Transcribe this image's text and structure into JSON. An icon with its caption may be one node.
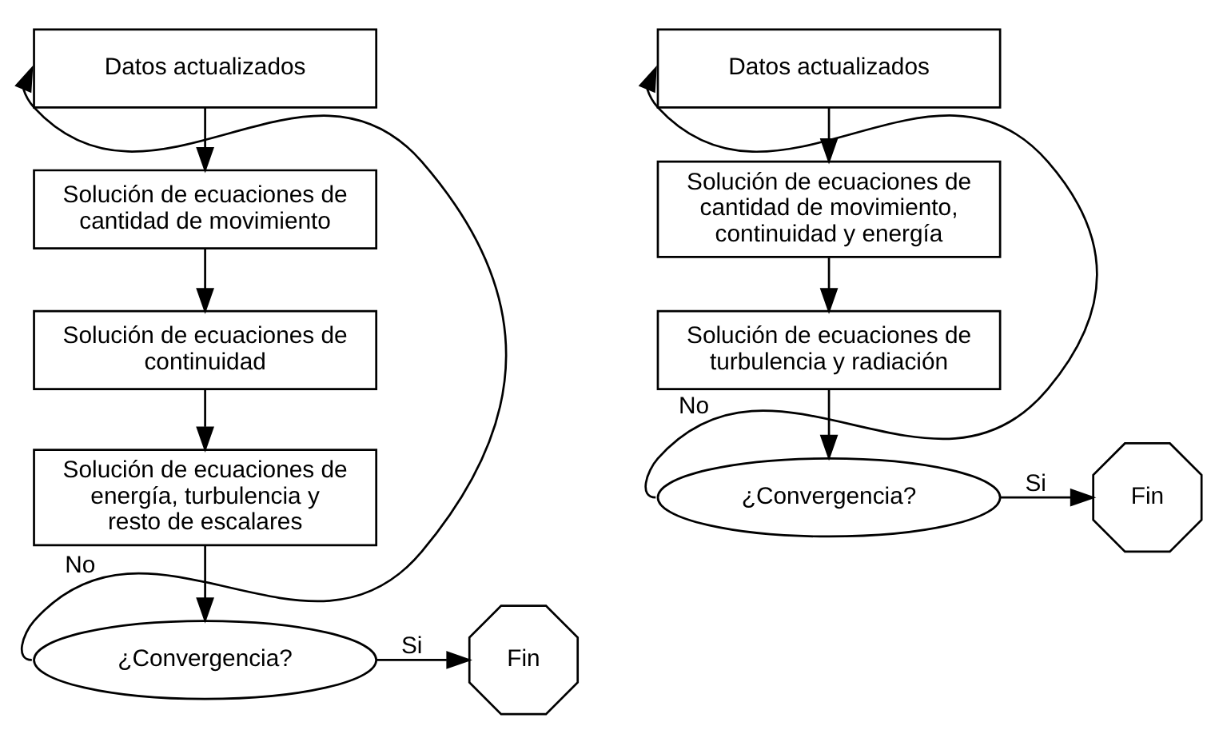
{
  "diagram": {
    "nodes": [
      {
        "text": [
          "Datos actualizados"
        ]
      },
      {
        "text": [
          "Solución de ecuaciones de cantidad de movimiento"
        ]
      },
      {
        "text": [
          "Solución de ecuaciones de continuidad"
        ]
      },
      {
        "text": [
          "Solución de ecuaciones de energía, turbulencia y resto de escalares"
        ]
      },
      {
        "text": [
          "¿Convergencia?"
        ]
      },
      {
        "text": [
          "Fin"
        ]
      },
      {
        "text": [
          "Datos actualizados"
        ]
      },
      {
        "text": [
          "Solución de ecuaciones de cantidad de movimiento, continuidad y energía"
        ]
      },
      {
        "text": [
          "Solución de ecuaciones de turbulencia y radiación"
        ]
      },
      {
        "text": [
          "¿Convergencia?"
        ]
      },
      {
        "text": [
          "Fin"
        ]
      }
    ],
    "edges": [
      {
        "from": 0,
        "to": 1,
        "arrow": "to"
      },
      {
        "from": 1,
        "to": 2,
        "arrow": "to"
      },
      {
        "from": 2,
        "to": 3,
        "arrow": "to"
      },
      {
        "from": 3,
        "to": 4,
        "arrow": "to"
      },
      {
        "from": 4,
        "to": 0,
        "arrow": "to",
        "label": "No"
      },
      {
        "from": 4,
        "to": 5,
        "arrow": "to",
        "label": "Si"
      },
      {
        "from": 6,
        "to": 7,
        "arrow": "to"
      },
      {
        "from": 7,
        "to": 8,
        "arrow": "to"
      },
      {
        "from": 8,
        "to": 9,
        "arrow": "to"
      },
      {
        "from": 9,
        "to": 6,
        "arrow": "to",
        "label": "No"
      },
      {
        "from": 9,
        "to": 10,
        "arrow": "to",
        "label": "Si"
      }
    ]
  }
}
